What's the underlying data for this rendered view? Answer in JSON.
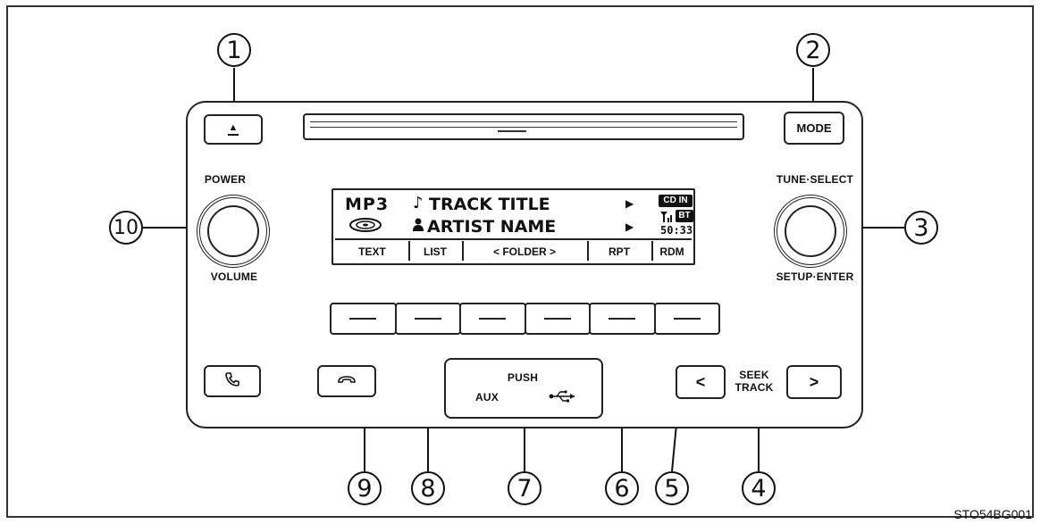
{
  "callouts": [
    "1",
    "2",
    "3",
    "4",
    "5",
    "6",
    "7",
    "8",
    "9",
    "10"
  ],
  "buttons": {
    "eject_icon": "▲",
    "mode": "MODE",
    "aux": "AUX",
    "push": "PUSH",
    "seek_prev": "<",
    "seek_next": ">"
  },
  "labels": {
    "power": "POWER",
    "volume": "VOLUME",
    "tune_select": "TUNE·SELECT",
    "setup_enter": "SETUP·ENTER",
    "seek": "SEEK",
    "track": "TRACK"
  },
  "display": {
    "source": "MP3",
    "track_title": "TRACK TITLE",
    "artist_name": "ARTIST NAME",
    "cd_in": "CD IN",
    "bt": "BT",
    "time": "50:33",
    "softkeys": [
      "TEXT",
      "LIST",
      "< FOLDER >",
      "RPT",
      "RDM"
    ]
  },
  "figure_id": "STO54BG001",
  "icons": [
    "eject-icon",
    "phone-icon",
    "hang-up-icon",
    "usb-icon",
    "signal-icon",
    "disc-icon",
    "note-icon",
    "person-icon"
  ]
}
